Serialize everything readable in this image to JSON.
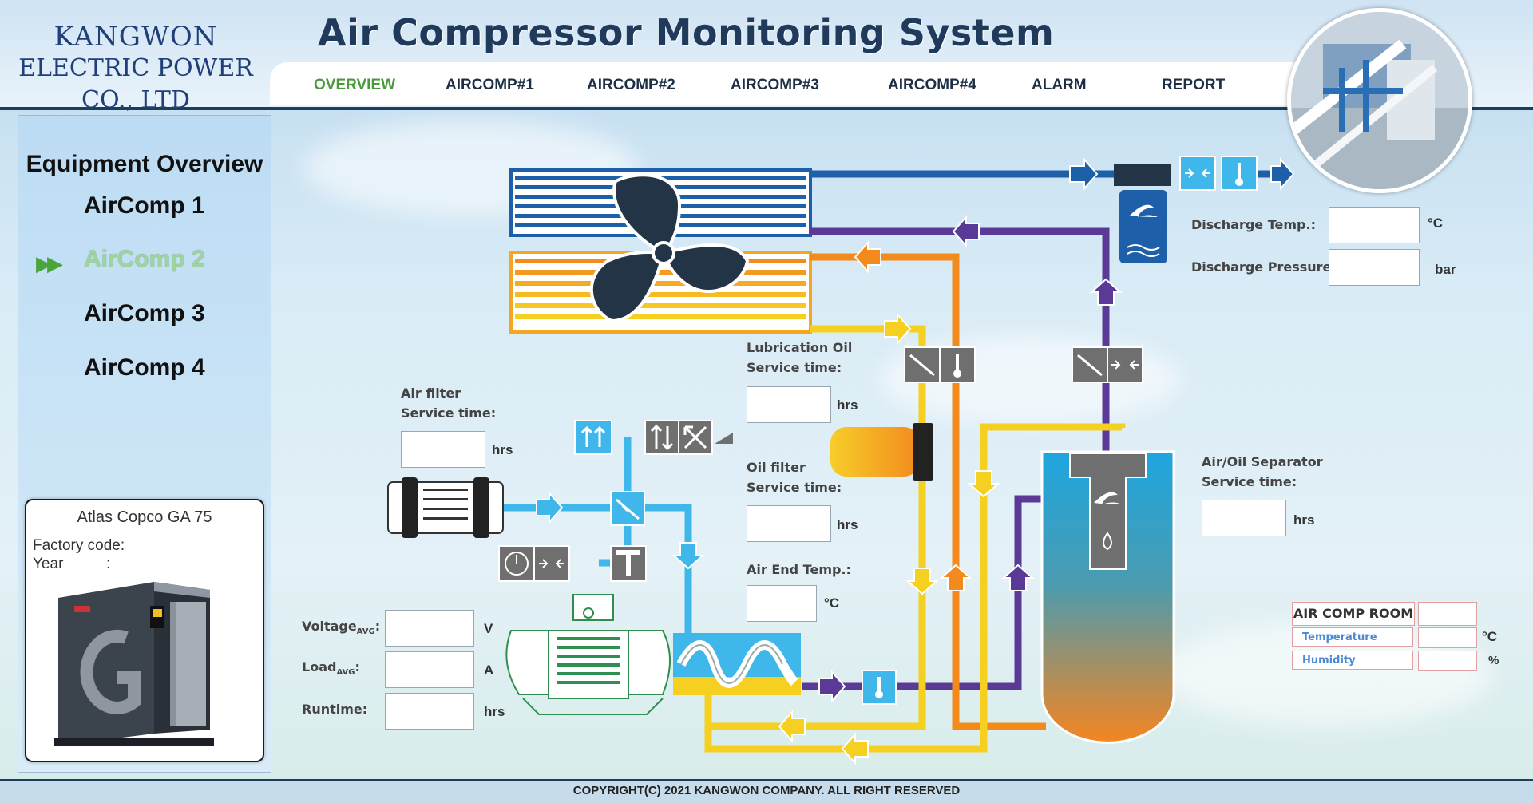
{
  "header": {
    "company_line1": "KANGWON",
    "company_line2": "ELECTRIC POWER CO., LTD",
    "title": "Air Compressor Monitoring System"
  },
  "nav": {
    "items": [
      {
        "label": "OVERVIEW",
        "active": true
      },
      {
        "label": "AIRCOMP#1"
      },
      {
        "label": "AIRCOMP#2"
      },
      {
        "label": "AIRCOMP#3"
      },
      {
        "label": "AIRCOMP#4"
      },
      {
        "label": "ALARM"
      },
      {
        "label": "REPORT"
      }
    ]
  },
  "sidebar": {
    "title": "Equipment Overview",
    "items": [
      {
        "label": "AirComp 1"
      },
      {
        "label": "AirComp 2",
        "active": true
      },
      {
        "label": "AirComp 3"
      },
      {
        "label": "AirComp 4"
      }
    ],
    "card": {
      "model": "Atlas Copco GA 75",
      "factory_code_label": "Factory code:",
      "year_label": "Year",
      "year_colon": ":"
    }
  },
  "diagram": {
    "discharge_temp_label": "Discharge Temp.:",
    "discharge_temp_unit": "°C",
    "discharge_pressure_label": "Discharge Pressure:",
    "discharge_pressure_unit": "bar",
    "lube_oil_label_1": "Lubrication Oil",
    "lube_oil_label_2": "Service time:",
    "lube_oil_unit": "hrs",
    "air_filter_label_1": "Air filter",
    "air_filter_label_2": "Service time:",
    "air_filter_unit": "hrs",
    "oil_filter_label_1": "Oil filter",
    "oil_filter_label_2": "Service time:",
    "oil_filter_unit": "hrs",
    "air_end_temp_label": "Air End Temp.:",
    "air_end_temp_unit": "°C",
    "separator_label_1": "Air/Oil Separator",
    "separator_label_2": "Service time:",
    "separator_unit": "hrs",
    "voltage_label": "Voltage",
    "voltage_sub": "AVG",
    "voltage_unit": "V",
    "load_label": "Load",
    "load_sub": "AVG",
    "load_unit": "A",
    "runtime_label": "Runtime:",
    "runtime_unit": "hrs",
    "colon": ":"
  },
  "room": {
    "title": "AIR COMP ROOM",
    "temperature_label": "Temperature",
    "temperature_unit": "°C",
    "humidity_label": "Humidity",
    "humidity_unit": "%"
  },
  "footer": {
    "copyright": "COPYRIGHT(C) 2021 KANGWON COMPANY. ALL RIGHT RESERVED"
  },
  "colors": {
    "air_blue": "#3fb7ea",
    "dark_blue": "#1d5fa8",
    "purple": "#5a3a96",
    "orange": "#f28a1e",
    "yellow": "#f5d020",
    "nav_active": "#4a9a3c"
  }
}
